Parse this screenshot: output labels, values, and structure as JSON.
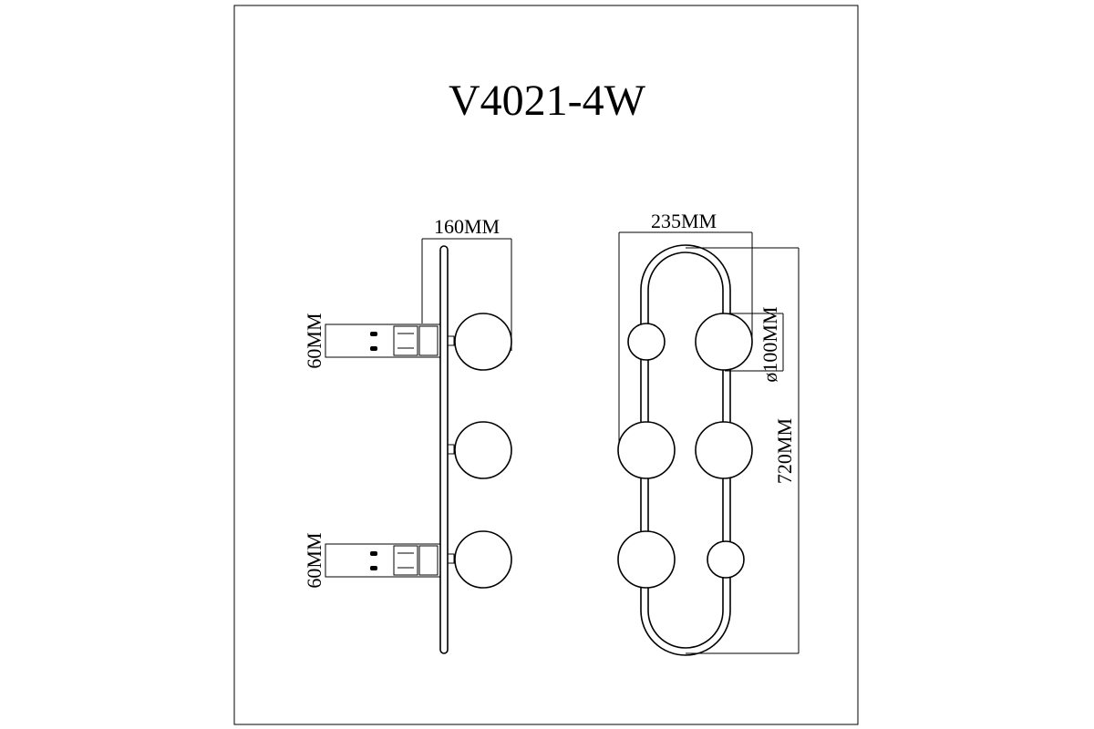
{
  "title": "V4021-4W",
  "side_view": {
    "depth_label": "160MM",
    "mount_top_label": "60MM",
    "mount_bottom_label": "60MM"
  },
  "front_view": {
    "width_label": "235MM",
    "diameter_label": "ø100MM",
    "height_label": "720MM"
  },
  "colors": {
    "line": "#000000",
    "background": "#ffffff"
  }
}
